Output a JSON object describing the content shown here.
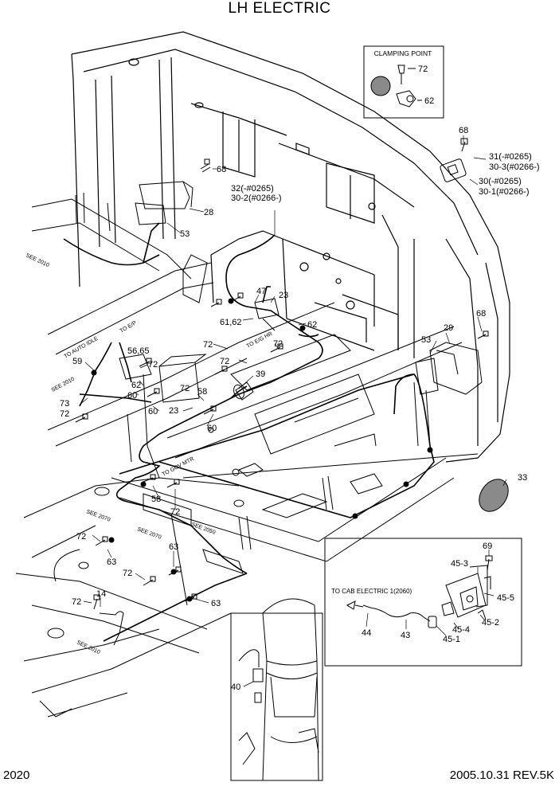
{
  "title": "LH ELECTRIC",
  "footer": {
    "page_number": "2020",
    "revision": "2005.10.31  REV.5K"
  },
  "colors": {
    "line": "#000000",
    "background": "#ffffff",
    "shade": "#8a8a8a"
  },
  "inset_clamp": {
    "title": "CLAMPING POINT",
    "label_a": "72",
    "label_b": "62"
  },
  "inset_cab": {
    "text": "TO CAB ELECTRIC 1(2060)"
  },
  "refs": {
    "see2010": "SEE 2010",
    "see2070": "SEE 2070",
    "see2050": "SEE 2050"
  },
  "wire_labels": {
    "auto_idle": "TO AUTO IDLE",
    "to_ep": "TO E/P",
    "to_gov": "TO GOV MTR",
    "to_ep_hr": "TO E/G HR"
  },
  "callouts": {
    "c68a": "68",
    "c28": "28",
    "c53a": "53",
    "c32": "32(-#0265)",
    "c302": "30-2(#0266-)",
    "c68b": "68",
    "c31": "31(-#0265)",
    "c303": "30-3(#0266-)",
    "c30": "30(-#0265)",
    "c301": "30-1(#0266-)",
    "c47": "47",
    "c23a": "23",
    "c6162": "61,62",
    "c62a": "62",
    "c72a": "72",
    "c72b": "72",
    "c72c": "72",
    "c72d": "72",
    "c5665": "56,65",
    "c59": "59",
    "c62b": "62",
    "c60a": "60",
    "c73": "73",
    "c72e": "72",
    "c60b": "60",
    "c23b": "23",
    "c58a": "58",
    "c60c": "60",
    "c39": "39",
    "c53b": "53",
    "c29": "29",
    "c68c": "68",
    "c33": "33",
    "c58b": "58",
    "c72f": "72",
    "c72g": "72",
    "c63a": "63",
    "c63b": "63",
    "c72h": "72",
    "c63c": "63",
    "c72i": "72",
    "c14": "14",
    "c40": "40",
    "c69": "69",
    "c453": "45-3",
    "c455": "45-5",
    "c452": "45-2",
    "c454": "45-4",
    "c451": "45-1",
    "c44": "44",
    "c43": "43"
  }
}
